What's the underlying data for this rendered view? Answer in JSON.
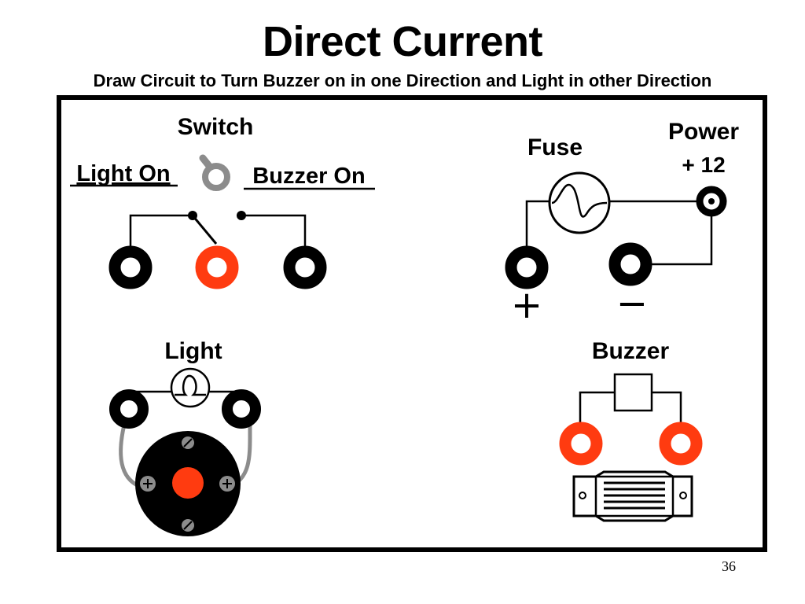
{
  "slide": {
    "title": "Direct Current",
    "subtitle": "Draw Circuit to Turn Buzzer on in one Direction and Light in other Direction",
    "page_number": "36"
  },
  "labels": {
    "switch": "Switch",
    "light_on": "Light On",
    "buzzer_on": "Buzzer On",
    "fuse": "Fuse",
    "power": "Power",
    "power_voltage": "+ 12",
    "plus_sign": "+",
    "minus_sign": "−",
    "light": "Light",
    "buzzer": "Buzzer"
  },
  "colors": {
    "terminal_black": "#000000",
    "terminal_red": "#ff3b10",
    "switch_gray": "#8c8c8c",
    "wire_gray": "#8c8c8c"
  }
}
